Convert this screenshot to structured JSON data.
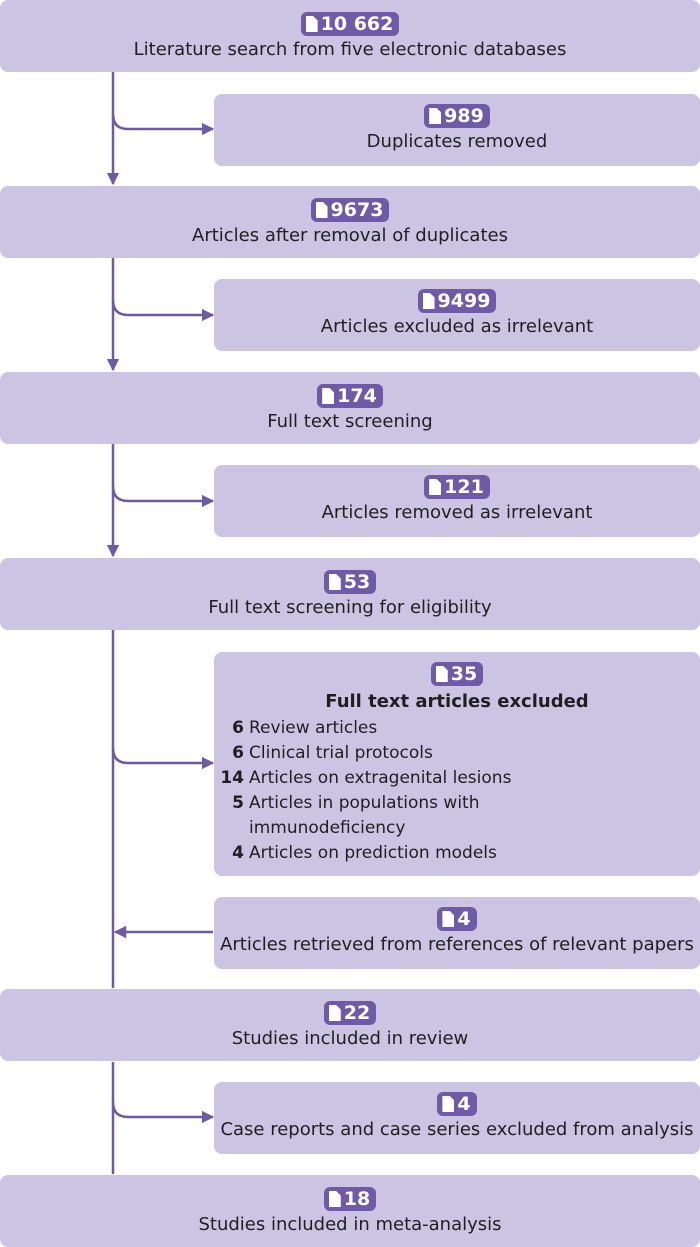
{
  "colors": {
    "box": "#cbc5e3",
    "badge": "#6f5aa7",
    "line": "#6f5aa7"
  },
  "icons": {
    "document": "document-icon"
  },
  "nodes": [
    {
      "id": "search",
      "count": "10 662",
      "label": "Literature search from five electronic databases"
    },
    {
      "id": "duplicates",
      "count": "989",
      "label": "Duplicates removed"
    },
    {
      "id": "after-duplicates",
      "count": "9673",
      "label": "Articles after removal of duplicates"
    },
    {
      "id": "irrelevant-excluded",
      "count": "9499",
      "label": "Articles excluded as irrelevant"
    },
    {
      "id": "full-text",
      "count": "174",
      "label": "Full text screening"
    },
    {
      "id": "irrelevant-removed",
      "count": "121",
      "label": "Articles removed as irrelevant"
    },
    {
      "id": "eligibility",
      "count": "53",
      "label": "Full text screening for eligibility"
    },
    {
      "id": "excluded",
      "count": "35",
      "label": "Full text articles excluded",
      "reasons": [
        {
          "count": "6",
          "text": "Review articles"
        },
        {
          "count": "6",
          "text": "Clinical trial protocols"
        },
        {
          "count": "14",
          "text": "Articles on extragenital lesions"
        },
        {
          "count": "5",
          "text": "Articles in populations with immunodeficiency"
        },
        {
          "count": "4",
          "text": "Articles on prediction models"
        }
      ]
    },
    {
      "id": "references",
      "count": "4",
      "label": "Articles retrieved from references of relevant papers"
    },
    {
      "id": "included-review",
      "count": "22",
      "label": "Studies included in review"
    },
    {
      "id": "case-reports",
      "count": "4",
      "label": "Case reports and case series excluded from analysis"
    },
    {
      "id": "meta-analysis",
      "count": "18",
      "label": "Studies included in meta-analysis"
    }
  ]
}
